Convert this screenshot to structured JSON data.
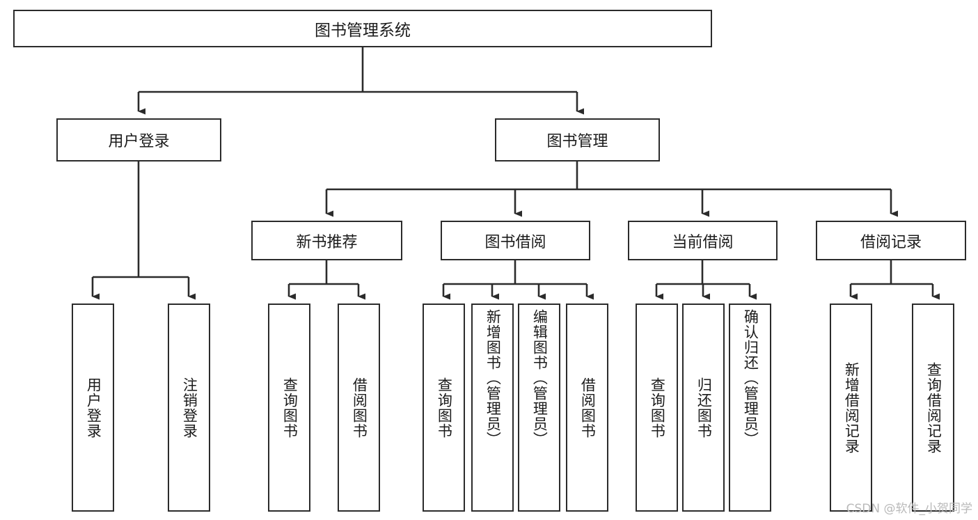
{
  "diagram": {
    "title": "图书管理系统",
    "type": "hierarchy-tree",
    "watermark": "CSDN @软件_小贺同学",
    "colors": {
      "box_border": "#2b2b2b",
      "box_fill": "#ffffff",
      "edge": "#2b2b2b",
      "text": "#1b1b1b",
      "watermark": "#b9b9b9",
      "background": "#ffffff"
    }
  },
  "nodes": {
    "root": {
      "label": "图书管理系统"
    },
    "level2": [
      {
        "label": "用户登录"
      },
      {
        "label": "图书管理"
      }
    ],
    "level3": [
      {
        "label": "新书推荐"
      },
      {
        "label": "图书借阅"
      },
      {
        "label": "当前借阅"
      },
      {
        "label": "借阅记录"
      }
    ],
    "leaves": {
      "user_login": [
        {
          "label": "用户登录"
        },
        {
          "label": "注销登录"
        }
      ],
      "new_book_recommend": [
        {
          "label": "查询图书"
        },
        {
          "label": "借阅图书"
        }
      ],
      "book_borrow": [
        {
          "label": "查询图书"
        },
        {
          "label": "新增图书（管理员）"
        },
        {
          "label": "编辑图书（管理员）"
        },
        {
          "label": "借阅图书"
        }
      ],
      "current_borrow": [
        {
          "label": "查询图书"
        },
        {
          "label": "归还图书"
        },
        {
          "label": "确认归还（管理员）"
        }
      ],
      "borrow_record": [
        {
          "label": "新增借阅记录"
        },
        {
          "label": "查询借阅记录"
        }
      ]
    }
  }
}
